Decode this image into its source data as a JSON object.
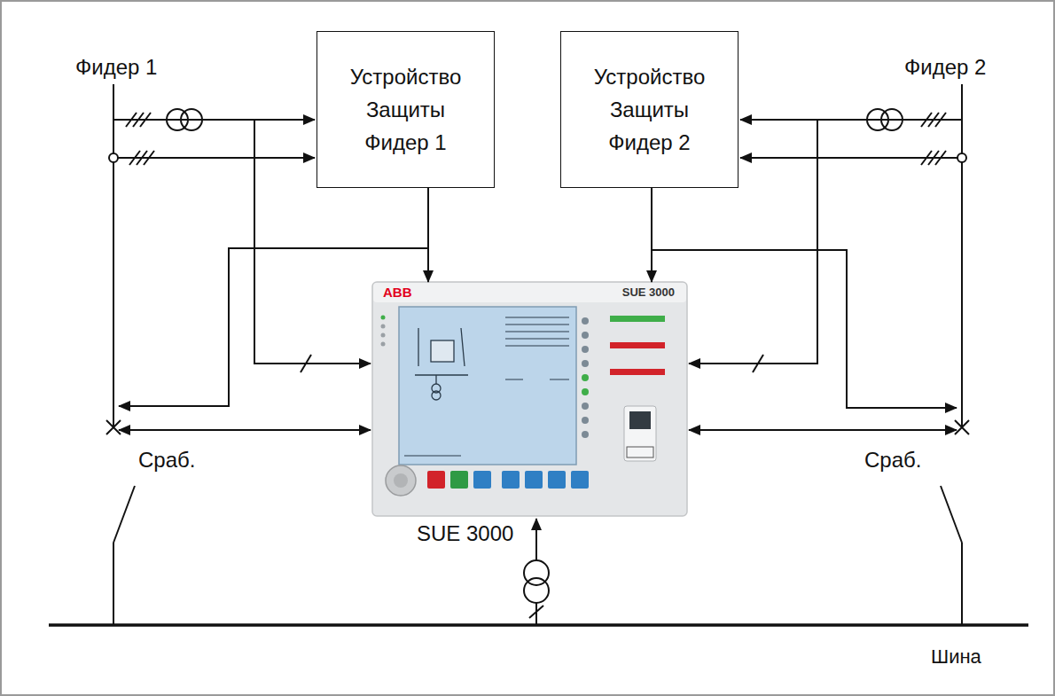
{
  "diagram": {
    "nodes": [
      {
        "text": [
          "Устройство Защиты Фидер 1"
        ]
      },
      {
        "text": [
          "Устройство Защиты Фидер 2"
        ]
      },
      {
        "text": [
          "ABB",
          "SUE 3000"
        ]
      }
    ],
    "edges": [
      {
        "from": 0,
        "to": 2,
        "arrow": "to"
      },
      {
        "from": 1,
        "to": 2,
        "arrow": "to"
      }
    ],
    "labels": [
      "Фидер 1",
      "Фидер 2",
      "Сраб.",
      "Сраб.",
      "SUE 3000",
      "Шина"
    ]
  }
}
